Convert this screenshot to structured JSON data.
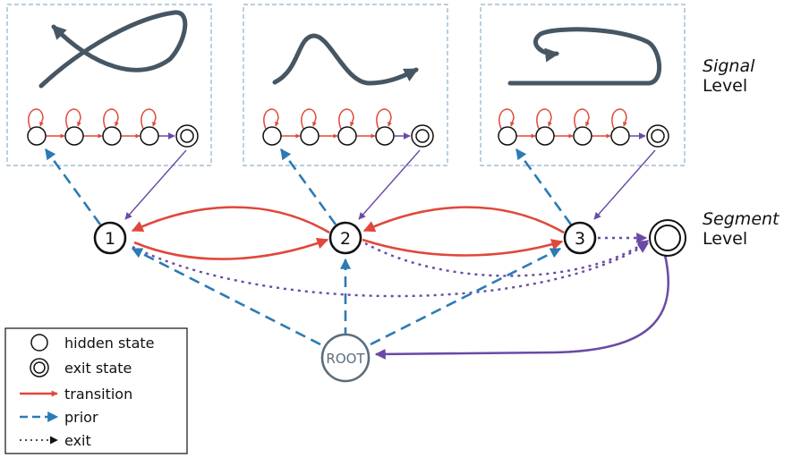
{
  "levels": {
    "signal": {
      "italic": "Signal",
      "plain": "Level"
    },
    "segment": {
      "italic": "Segment",
      "plain": "Level"
    }
  },
  "segment_states": [
    "1",
    "2",
    "3"
  ],
  "root_label": "ROOT",
  "legend": {
    "hidden_state": "hidden state",
    "exit_state": "exit state",
    "transition": "transition",
    "prior": "prior",
    "exit": "exit"
  },
  "colors": {
    "transition": "#e0483c",
    "prior": "#2b7bb5",
    "exit": "#6a4aa6",
    "curve": "#465663",
    "panel_border": "#8fb0c8",
    "root": "#5b6e7c"
  }
}
